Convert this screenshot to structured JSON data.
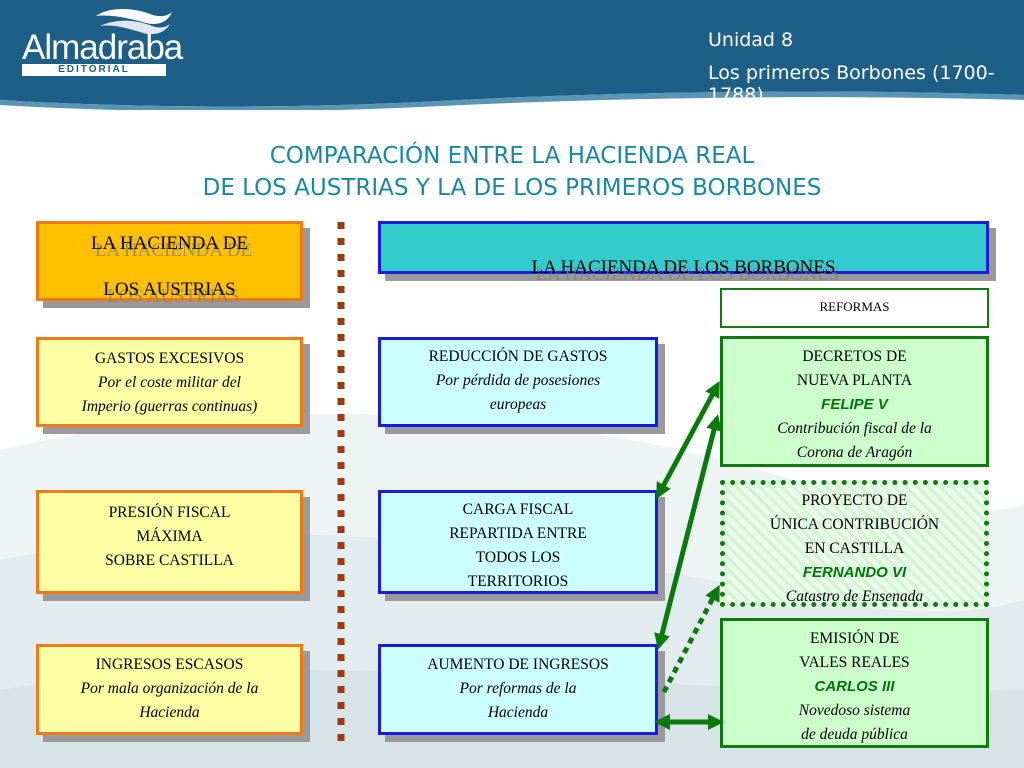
{
  "header": {
    "logo_word": "Almadraba",
    "logo_sub": "EDITORIAL",
    "unit": "Unidad 8",
    "topic": "Los primeros Borbones (1700-1788)"
  },
  "title": {
    "line1": "COMPARACIÓN ENTRE LA HACIENDA REAL",
    "line2": "DE LOS AUSTRIAS Y LA DE LOS PRIMEROS BORBONES"
  },
  "austrias": {
    "heading_line1": "LA HACIENDA DE",
    "heading_line2": "LOS AUSTRIAS",
    "items": [
      {
        "title": "GASTOS EXCESIVOS",
        "detail_line1": "Por el coste militar del",
        "detail_line2": "Imperio (guerras continuas)"
      },
      {
        "title_line1": "PRESIÓN FISCAL",
        "title_line2": "MÁXIMA",
        "title_line3": "SOBRE CASTILLA"
      },
      {
        "title": "INGRESOS ESCASOS",
        "detail_line1": "Por mala organización de la",
        "detail_line2": "Hacienda"
      }
    ]
  },
  "borbones": {
    "heading": "LA HACIENDA DE LOS BORBONES",
    "items": [
      {
        "title": "REDUCCIÓN DE GASTOS",
        "detail_line1": "Por pérdida de posesiones",
        "detail_line2": "europeas"
      },
      {
        "title_line1": "CARGA FISCAL",
        "title_line2": "REPARTIDA ENTRE",
        "title_line3": "TODOS LOS",
        "title_line4": "TERRITORIOS"
      },
      {
        "title": "AUMENTO DE INGRESOS",
        "detail_line1": "Por reformas de la",
        "detail_line2": "Hacienda"
      }
    ]
  },
  "reformas": {
    "label": "REFORMAS",
    "items": [
      {
        "title_line1": "DECRETOS DE",
        "title_line2": "NUEVA PLANTA",
        "king": "FELIPE V",
        "detail_line1": "Contribución fiscal de la",
        "detail_line2": "Corona de Aragón"
      },
      {
        "title_line1": "PROYECTO DE",
        "title_line2": "ÚNICA CONTRIBUCIÓN",
        "title_line3": "EN CASTILLA",
        "king": "FERNANDO VI",
        "detail_line1": "Catastro de Ensenada"
      },
      {
        "title_line1": "EMISIÓN DE",
        "title_line2": "VALES REALES",
        "king": "CARLOS III",
        "detail_line1": "Novedoso sistema",
        "detail_line2": "de deuda pública"
      }
    ]
  },
  "colors": {
    "header_teal": "#1d5f86",
    "title_teal": "#1688a6",
    "orange_border": "#f07a1a",
    "yellow_fill": "#ffffa6",
    "blue_border": "#1a1ae0",
    "cyan_fill": "#ccffff",
    "green_border": "#107a10",
    "green_fill": "#ccffcc",
    "divider_brown": "#9a3b10"
  }
}
